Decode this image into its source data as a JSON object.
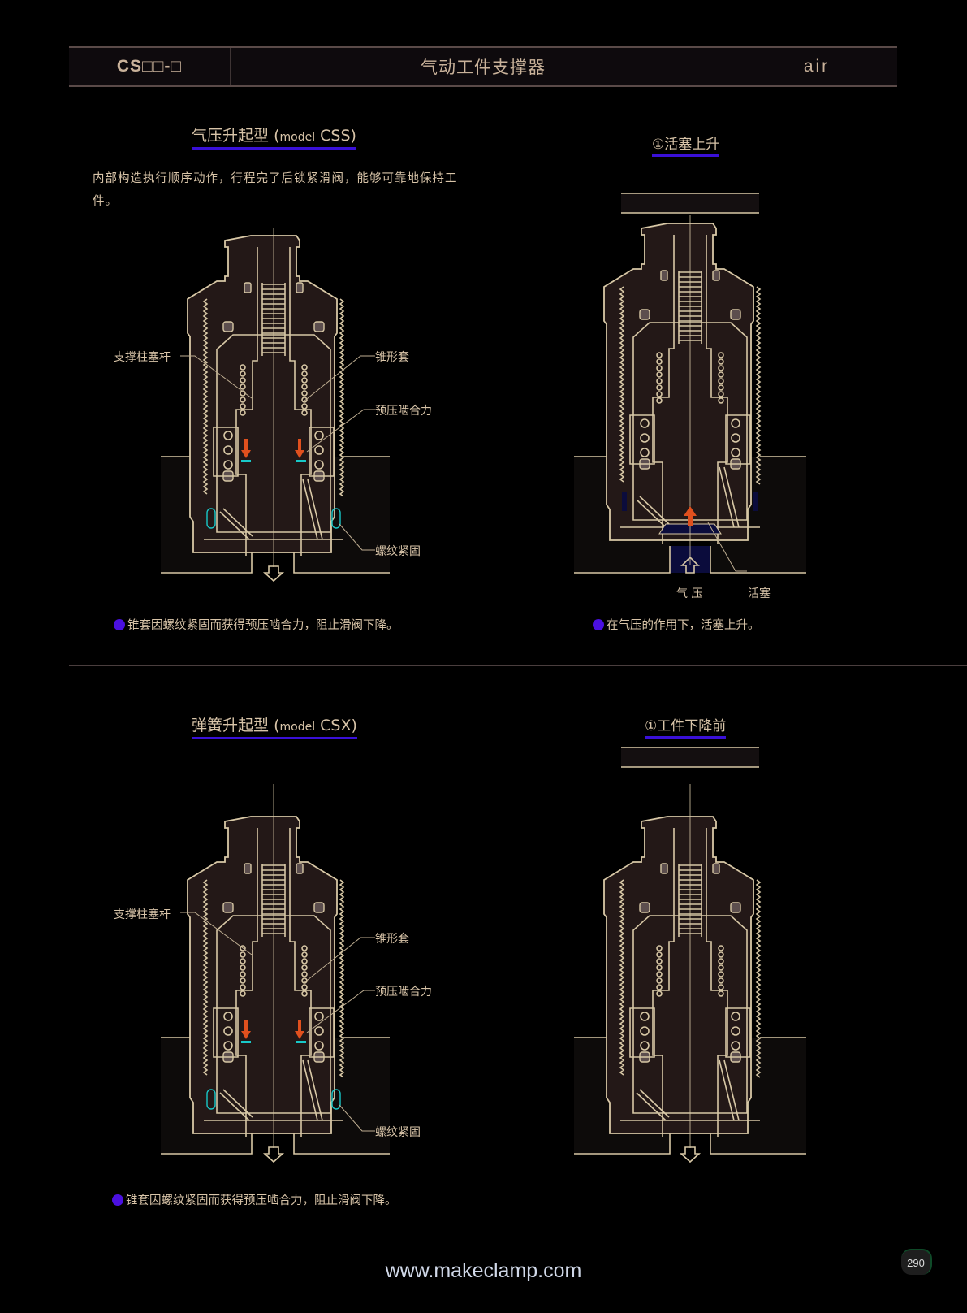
{
  "header": {
    "code": "CS□□-□",
    "title": "气动工件支撑器",
    "type": "air"
  },
  "section_air": {
    "title": "气压升起型",
    "model_prefix": "model",
    "model": "CSS",
    "description": "内部构造执行顺序动作，行程完了后锁紧滑阀，能够可靠地保持工件。",
    "diagram_left": {
      "labels": {
        "plunger": "支撑柱塞杆",
        "cone_sleeve": "锥形套",
        "preload": "预压啮合力",
        "thread_lock": "螺纹紧固"
      },
      "caption": "锥套因螺纹紧固而获得预压啮合力，阻止滑阀下降。"
    },
    "diagram_right": {
      "title": "①活塞上升",
      "labels": {
        "air_pressure": "气 压",
        "piston": "活塞"
      },
      "caption": "在气压的作用下，活塞上升。"
    }
  },
  "section_spring": {
    "title": "弹簧升起型",
    "model_prefix": "model",
    "model": "CSX",
    "diagram_left": {
      "labels": {
        "plunger": "支撑柱塞杆",
        "cone_sleeve": "锥形套",
        "preload": "预压啮合力",
        "thread_lock": "螺纹紧固"
      },
      "caption": "锥套因螺纹紧固而获得预压啮合力，阻止滑阀下降。"
    },
    "diagram_right": {
      "title": "①工件下降前"
    }
  },
  "footer": {
    "url": "www.makeclamp.com",
    "page_number": "290"
  },
  "colors": {
    "background": "#000000",
    "line": "#d8c8a6",
    "body_fill": "#231817",
    "accent_underline": "#3a10d8",
    "force_arrow": "#e0501e",
    "air_fill": "#0b0c3c",
    "seal_highlight": "#18c8c8"
  }
}
